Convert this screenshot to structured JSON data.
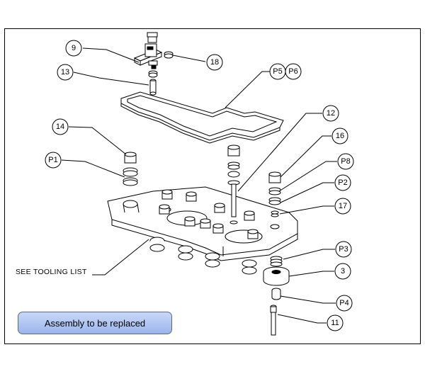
{
  "callouts": {
    "c9": "9",
    "c18": "18",
    "c13": "13",
    "cP5": "P5",
    "cP6": "P6",
    "c12": "12",
    "c14": "14",
    "cP1": "P1",
    "c16": "16",
    "cP8": "P8",
    "cP2": "P2",
    "c17": "17",
    "cP3": "P3",
    "c3": "3",
    "cP4": "P4",
    "c11": "11"
  },
  "tooling_label": "SEE TOOLING LIST",
  "note_label": "Assembly to be replaced",
  "colors": {
    "note_fill": "#a9c1f1",
    "line": "#000000"
  }
}
